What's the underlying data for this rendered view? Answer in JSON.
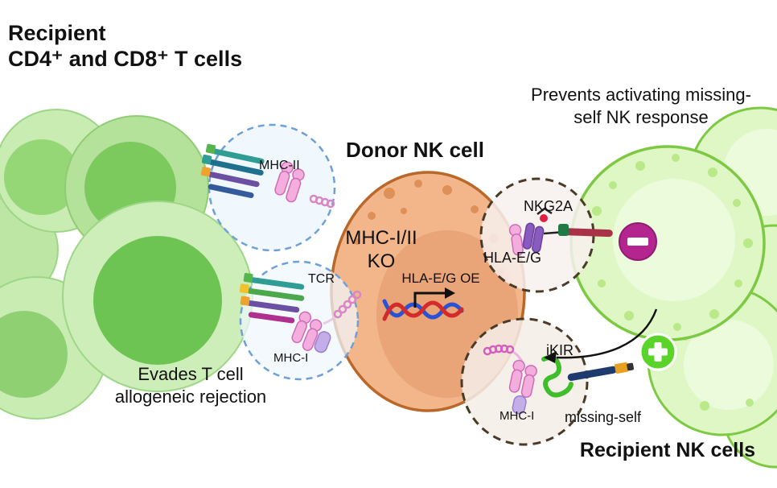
{
  "labels": {
    "recipient_t_line1": "Recipient",
    "recipient_t_line2": "CD4⁺ and CD8⁺ T cells",
    "donor_nk": "Donor NK cell",
    "prevents_line1": "Prevents activating missing-",
    "prevents_line2": "self NK response",
    "mhc2": "MHC-II",
    "tcr": "TCR",
    "mhc1_left": "MHC-I",
    "mhc_ko_line1": "MHC-I/II",
    "mhc_ko_line2": "KO",
    "hla_oe": "HLA-E/G OE",
    "nkg2a": "NKG2A",
    "hla_eg": "HLA-E/G",
    "ikir": "iKIR",
    "mhc1_right": "MHC-I",
    "missing_self": "missing-self",
    "evades_line1": "Evades T cell",
    "evades_line2": "allogeneic rejection",
    "recipient_nk": "Recipient NK cells"
  },
  "icons": {
    "inhibition": "minus-icon",
    "activation": "plus-icon",
    "transcription": "promoter-arrow-icon",
    "dna": "dna-helix-icon"
  },
  "colors": {
    "t_cell_fill": "#c8ecb2",
    "t_cell_nucleus": "#6ec453",
    "nk_cell_fill": "#def7c4",
    "nk_cell_nucleus": "#ecfbdc",
    "nk_cell_stroke": "#7dc944",
    "donor_cell_fill": "#f3b68a",
    "donor_cell_stroke": "#b9682a",
    "donor_nucleus_fill": "#e9a477",
    "zoom_blue_stroke": "#6f9fd8",
    "zoom_brown_stroke": "#4a3b28",
    "minus_badge": "#b5258f",
    "plus_badge": "#5ad428",
    "mhc_pink": "#f4aede",
    "beta2m_purple": "#c3aee8",
    "nkg2a_purple": "#8a5bbf",
    "dna_red": "#d42a2a",
    "dna_blue": "#2a52d4",
    "ikir_green": "#3ebf2a",
    "kir_stem_navy": "#1e3a6e",
    "hlae_stem_maroon": "#a83248"
  }
}
